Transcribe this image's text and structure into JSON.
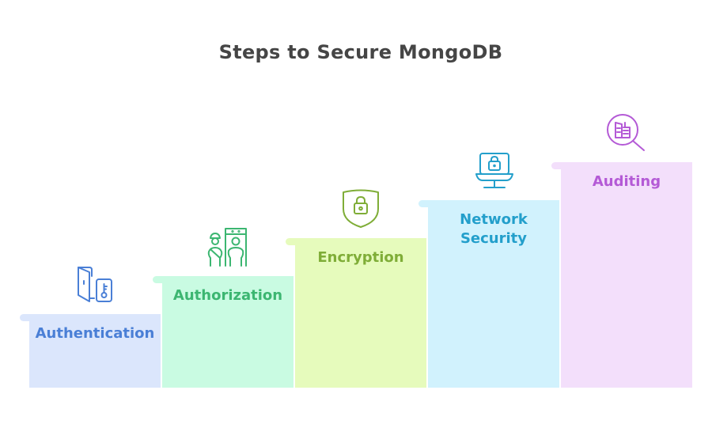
{
  "title": "Steps to Secure MongoDB",
  "steps": [
    {
      "label": "Authentication",
      "icon": "door-key-icon",
      "fill": "#dbe6fc",
      "color": "#4a7fd6"
    },
    {
      "label": "Authorization",
      "icon": "security-guard-scanner-icon",
      "fill": "#c9fbe2",
      "color": "#3cb671"
    },
    {
      "label": "Encryption",
      "icon": "shield-lock-icon",
      "fill": "#e6fbbc",
      "color": "#7fad37"
    },
    {
      "label": "Network Security",
      "label_line1": "Network",
      "label_line2": "Security",
      "icon": "laptop-lock-icon",
      "fill": "#d1f2fd",
      "color": "#239fcb"
    },
    {
      "label": "Auditing",
      "icon": "magnifier-document-icon",
      "fill": "#f3dffb",
      "color": "#b45ad6"
    }
  ]
}
